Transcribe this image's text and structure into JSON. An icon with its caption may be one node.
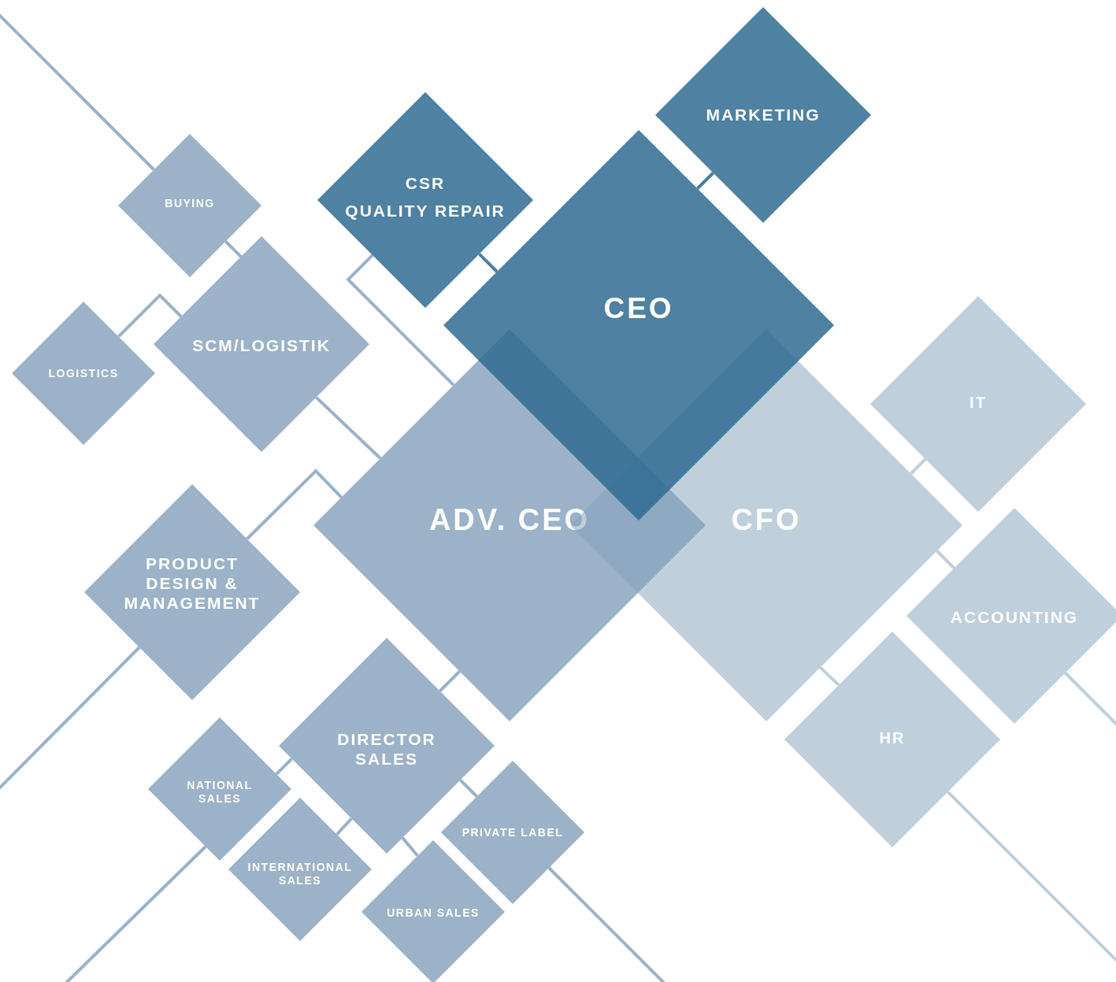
{
  "diagram": {
    "nodes": [
      {
        "text": [
          "MARKETING"
        ]
      },
      {
        "text": [
          "CSR",
          "QUALITY REPAIR"
        ]
      },
      {
        "text": [
          "CEO"
        ]
      },
      {
        "text": [
          "BUYING"
        ]
      },
      {
        "text": [
          "SCM/LOGISTIK"
        ]
      },
      {
        "text": [
          "LOGISTICS"
        ]
      },
      {
        "text": [
          "ADV. CEO"
        ]
      },
      {
        "text": [
          "CFO"
        ]
      },
      {
        "text": [
          "IT"
        ]
      },
      {
        "text": [
          "PRODUCT DESIGN & MANAGEMENT"
        ]
      },
      {
        "text": [
          "ACCOUNTING"
        ]
      },
      {
        "text": [
          "DIRECTOR SALES"
        ]
      },
      {
        "text": [
          "HR"
        ]
      },
      {
        "text": [
          "NATIONAL SALES"
        ]
      },
      {
        "text": [
          "PRIVATE LABEL"
        ]
      },
      {
        "text": [
          "INTERNATIONAL SALES"
        ]
      },
      {
        "text": [
          "URBAN SALES"
        ]
      }
    ],
    "edges": [
      {
        "from": 2,
        "to": 0,
        "arrow": "none",
        "color": "#4a7fa0"
      },
      {
        "from": 2,
        "to": 1,
        "arrow": "none",
        "color": "#4a7fa0"
      },
      {
        "from": 3,
        "to": 4,
        "arrow": "none"
      },
      {
        "from": 4,
        "to": 5,
        "arrow": "none"
      },
      {
        "from": 1,
        "to": 6,
        "arrow": "none"
      },
      {
        "from": 4,
        "to": 6,
        "arrow": "none"
      },
      {
        "from": 9,
        "to": 6,
        "arrow": "none"
      },
      {
        "from": 6,
        "to": 11,
        "arrow": "none"
      },
      {
        "from": 7,
        "to": 8,
        "arrow": "none",
        "color": "#bfcfdc"
      },
      {
        "from": 7,
        "to": 10,
        "arrow": "none",
        "color": "#bfcfdc"
      },
      {
        "from": 7,
        "to": 12,
        "arrow": "none",
        "color": "#bfcfdc"
      },
      {
        "from": 11,
        "to": 13,
        "arrow": "none"
      },
      {
        "from": 11,
        "to": 15,
        "arrow": "none"
      },
      {
        "from": 11,
        "to": 14,
        "arrow": "none"
      },
      {
        "from": 11,
        "to": 16,
        "arrow": "none"
      },
      {
        "from": null,
        "to": 3,
        "arrow": "none"
      },
      {
        "from": 9,
        "to": null,
        "arrow": "none"
      },
      {
        "from": 13,
        "to": null,
        "arrow": "none"
      },
      {
        "from": 14,
        "to": null,
        "arrow": "none"
      },
      {
        "from": 10,
        "to": null,
        "arrow": "none",
        "color": "#bfcfdc"
      },
      {
        "from": 12,
        "to": null,
        "arrow": "none",
        "color": "#bfcfdc"
      }
    ]
  }
}
